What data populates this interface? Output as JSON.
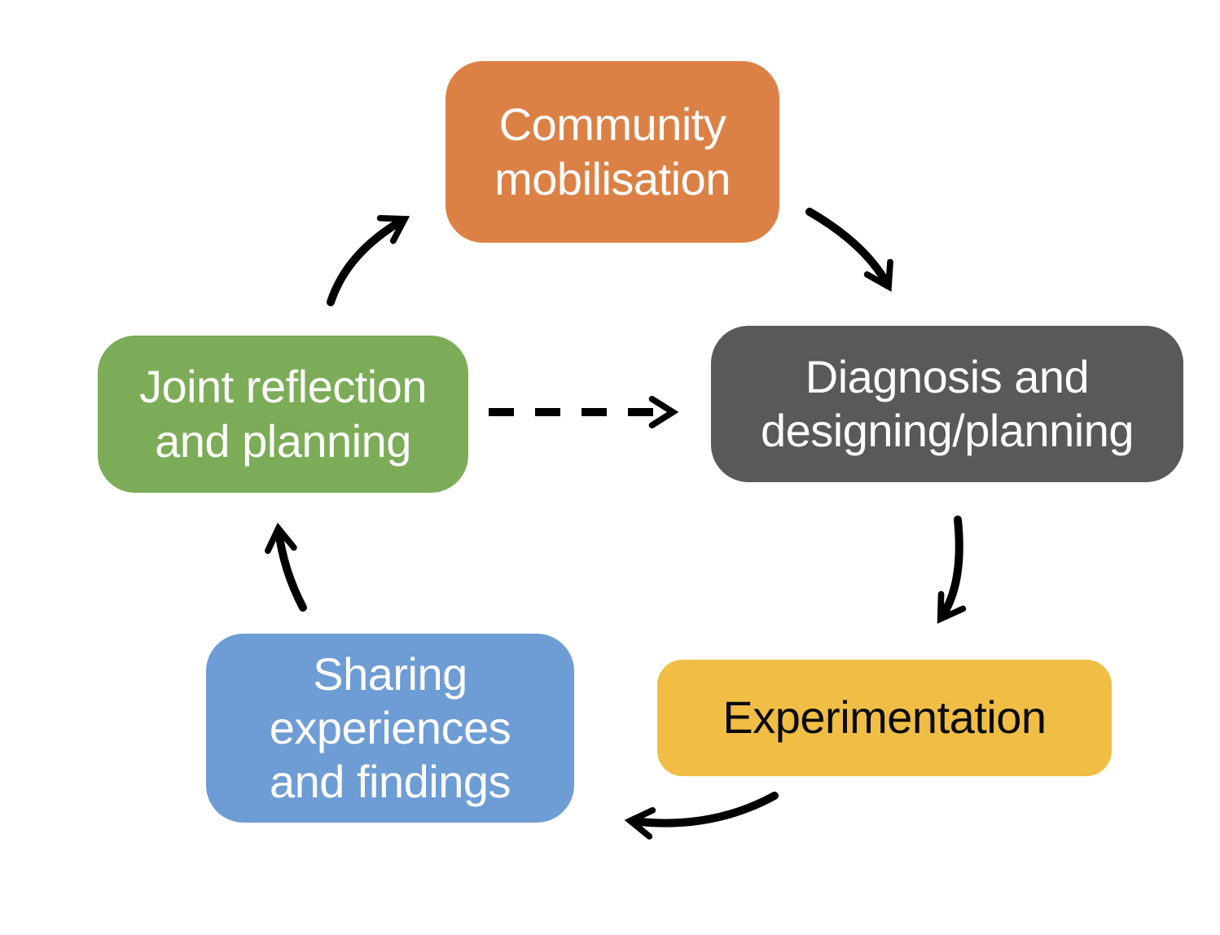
{
  "diagram": {
    "description": "Cyclical five-stage community process diagram",
    "background": "#FFFFFF",
    "arrow_color": "#000000",
    "nodes": [
      {
        "id": "community-mobilisation",
        "label": "Community\nmobilisation",
        "fill": "#DC8146",
        "text_color": "#FFFFFF"
      },
      {
        "id": "diagnosis-designing-planning",
        "label": "Diagnosis and\ndesigning/planning",
        "fill": "#595959",
        "text_color": "#FFFFFF"
      },
      {
        "id": "experimentation",
        "label": "Experimentation",
        "fill": "#F0BE45",
        "text_color": "#0A0A0A"
      },
      {
        "id": "sharing-experiences-and-findings",
        "label": "Sharing\nexperiences\nand findings",
        "fill": "#6E9CD4",
        "text_color": "#FFFFFF"
      },
      {
        "id": "joint-reflection-and-planning",
        "label": "Joint reflection\nand planning",
        "fill": "#7CAC57",
        "text_color": "#FFFFFF"
      }
    ],
    "edges": [
      {
        "from": "joint-reflection-and-planning",
        "to": "community-mobilisation",
        "style": "solid"
      },
      {
        "from": "community-mobilisation",
        "to": "diagnosis-designing-planning",
        "style": "solid"
      },
      {
        "from": "diagnosis-designing-planning",
        "to": "experimentation",
        "style": "solid"
      },
      {
        "from": "experimentation",
        "to": "sharing-experiences-and-findings",
        "style": "solid"
      },
      {
        "from": "sharing-experiences-and-findings",
        "to": "joint-reflection-and-planning",
        "style": "solid"
      },
      {
        "from": "joint-reflection-and-planning",
        "to": "diagnosis-designing-planning",
        "style": "dashed"
      }
    ]
  }
}
